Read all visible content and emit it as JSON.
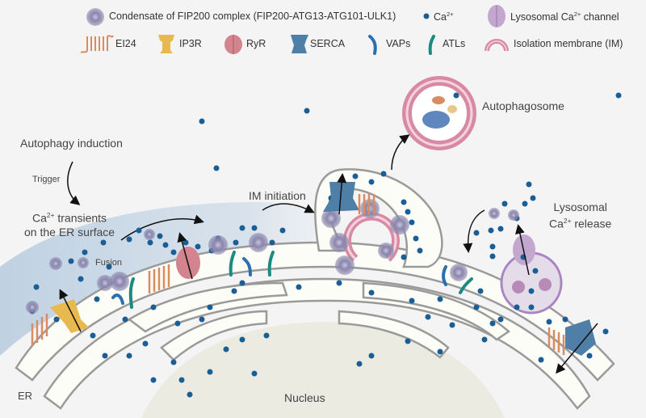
{
  "legend": {
    "row1": [
      {
        "icon": "condensate-icon",
        "label": "Condensate of FIP200 complex (FIP200-ATG13-ATG101-ULK1)"
      },
      {
        "icon": "calcium-ion-icon",
        "label": "Ca",
        "sup": "2+"
      },
      {
        "icon": "lysosomal-channel-icon",
        "label_pre": "Lysosomal Ca",
        "sup": "2+",
        "label_post": " channel"
      }
    ],
    "row2": [
      {
        "icon": "ei24-icon",
        "label": "EI24"
      },
      {
        "icon": "ip3r-icon",
        "label": "IP3R"
      },
      {
        "icon": "ryr-icon",
        "label": "RyR"
      },
      {
        "icon": "serca-icon",
        "label": "SERCA"
      },
      {
        "icon": "vaps-icon",
        "label": "VAPs"
      },
      {
        "icon": "atls-icon",
        "label": "ATLs"
      },
      {
        "icon": "isolation-membrane-icon",
        "label": "Isolation membrane (IM)"
      }
    ]
  },
  "labels": {
    "autophagy_induction": "Autophagy induction",
    "trigger": "Trigger",
    "ca_transients_pre": "Ca",
    "ca_transients_sup": "2+",
    "ca_transients_post": " transients",
    "ca_transients_line2": "on the ER surface",
    "fusion": "Fusion",
    "im_initiation": "IM initiation",
    "autophagosome": "Autophagosome",
    "lysosomal_line1": "Lysosomal",
    "lysosomal_line2_pre": "Ca",
    "lysosomal_line2_sup": "2+",
    "lysosomal_line2_post": " release",
    "er": "ER",
    "nucleus": "Nucleus"
  },
  "colors": {
    "calcium": "#1a5e96",
    "condensate": "#7a7aa0",
    "ei24": "#d98c5f",
    "ip3r": "#e8b94f",
    "ryr": "#d4848e",
    "serca": "#4f7fa6",
    "vaps": "#2a6fb0",
    "atls": "#1d8a80",
    "im": "#d98aa3",
    "lyso": "#c3a7cf",
    "er_fill": "#fdfdf8",
    "er_stroke": "#9a9a9a",
    "nucleus": "#ecebe2"
  }
}
